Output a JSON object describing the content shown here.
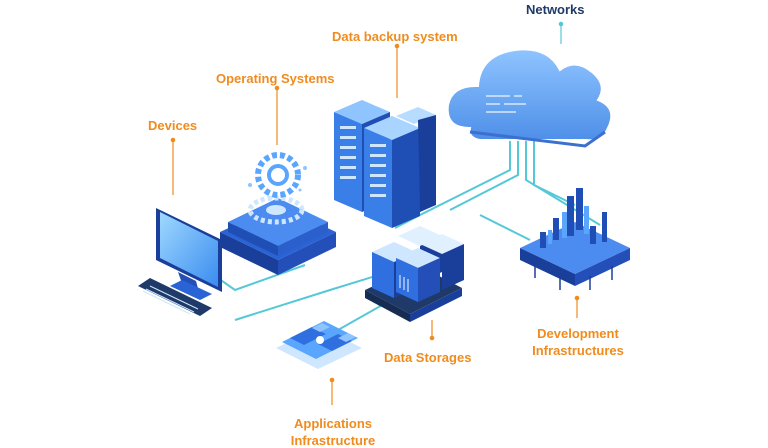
{
  "diagram": {
    "labels": {
      "networks": "Networks",
      "data_backup_system": "Data backup system",
      "operating_systems": "Operating Systems",
      "devices": "Devices",
      "data_storages": "Data Storages",
      "development_infrastructures": [
        "Development",
        "Infrastructures"
      ],
      "applications_infrastructure": [
        "Applications",
        "Infrastructure"
      ]
    },
    "colors": {
      "label_orange": "#f08c1e",
      "label_navy": "#1f3a68",
      "connector": "#55c8d8",
      "primary_blue": "#2f6fe0",
      "dark_blue": "#1a3f9a",
      "light_blue": "#8fc4ff"
    },
    "icons": [
      "cloud-icon",
      "server-rack-icon",
      "gear-chip-icon",
      "monitor-icon",
      "keyboard-icon",
      "storage-server-icon",
      "bar-chart-platform-icon",
      "app-panel-icon"
    ]
  }
}
